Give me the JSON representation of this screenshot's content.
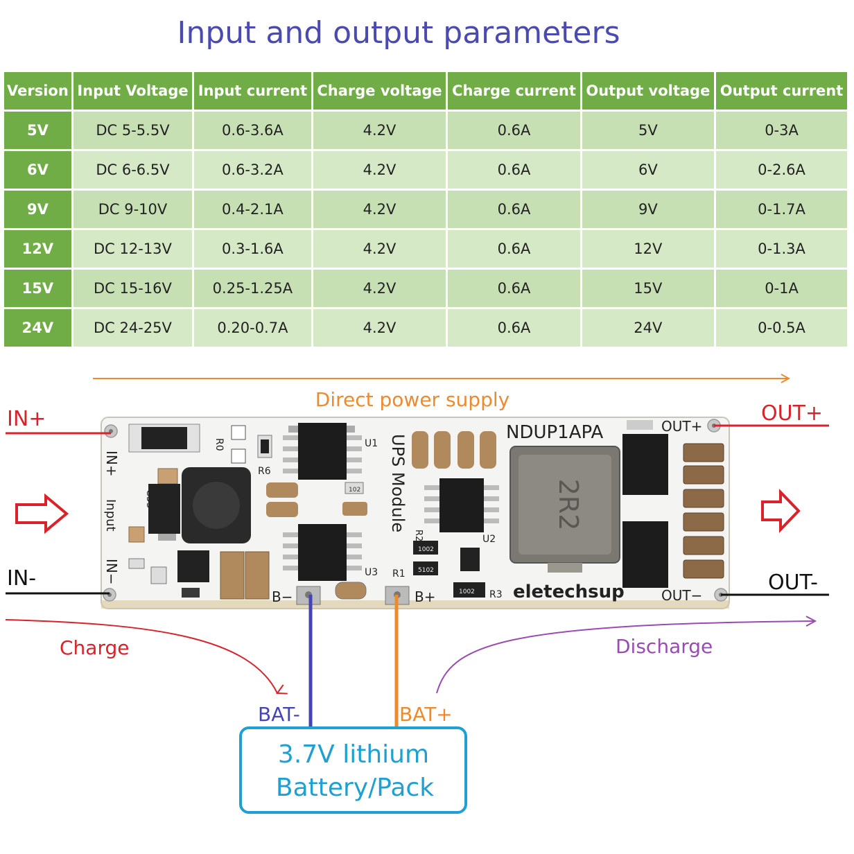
{
  "title": "Input and output parameters",
  "table": {
    "headers": [
      "Version",
      "Input Voltage",
      "Input current",
      "Charge voltage",
      "Charge current",
      "Output voltage",
      "Output current"
    ],
    "rows": [
      [
        "5V",
        "DC 5-5.5V",
        "0.6-3.6A",
        "4.2V",
        "0.6A",
        "5V",
        "0-3A"
      ],
      [
        "6V",
        "DC 6-6.5V",
        "0.6-3.2A",
        "4.2V",
        "0.6A",
        "6V",
        "0-2.6A"
      ],
      [
        "9V",
        "DC 9-10V",
        "0.4-2.1A",
        "4.2V",
        "0.6A",
        "9V",
        "0-1.7A"
      ],
      [
        "12V",
        "DC 12-13V",
        "0.3-1.6A",
        "4.2V",
        "0.6A",
        "12V",
        "0-1.3A"
      ],
      [
        "15V",
        "DC 15-16V",
        "0.25-1.25A",
        "4.2V",
        "0.6A",
        "15V",
        "0-1A"
      ],
      [
        "24V",
        "DC 24-25V",
        "0.20-0.7A",
        "4.2V",
        "0.6A",
        "24V",
        "0-0.5A"
      ]
    ]
  },
  "diagram": {
    "direct_power_supply": "Direct power supply",
    "in_plus": "IN+",
    "in_minus": "IN-",
    "out_plus": "OUT+",
    "out_minus": "OUT-",
    "charge": "Charge",
    "discharge": "Discharge",
    "bat_minus": "BAT-",
    "bat_plus": "BAT+",
    "battery_line1": "3.7V lithium",
    "battery_line2": "Battery/Pack"
  },
  "pcb": {
    "model": "NDUP1APA",
    "brand": "eletechsup",
    "module": "UPS Module",
    "in_plus": "IN+",
    "in_minus": "IN−",
    "input": "Input",
    "out_plus": "OUT+",
    "out_minus": "OUT−",
    "b_minus": "B−",
    "b_plus": "B+",
    "inductor": "2R2",
    "refs": [
      "R0",
      "R6",
      "U1",
      "U2",
      "U3",
      "R1",
      "R2",
      "R3",
      "C33"
    ],
    "codes": [
      "102",
      "1002",
      "5102",
      "1002"
    ]
  },
  "colors": {
    "title": "#4a4ab0",
    "header_green": "#70ad47",
    "row_light": "#c6e0b4",
    "red": "#d9222a",
    "orange": "#ee8a2e",
    "purple": "#9a4bb2",
    "blue": "#4444b8",
    "battery_border": "#1ea0d2"
  }
}
